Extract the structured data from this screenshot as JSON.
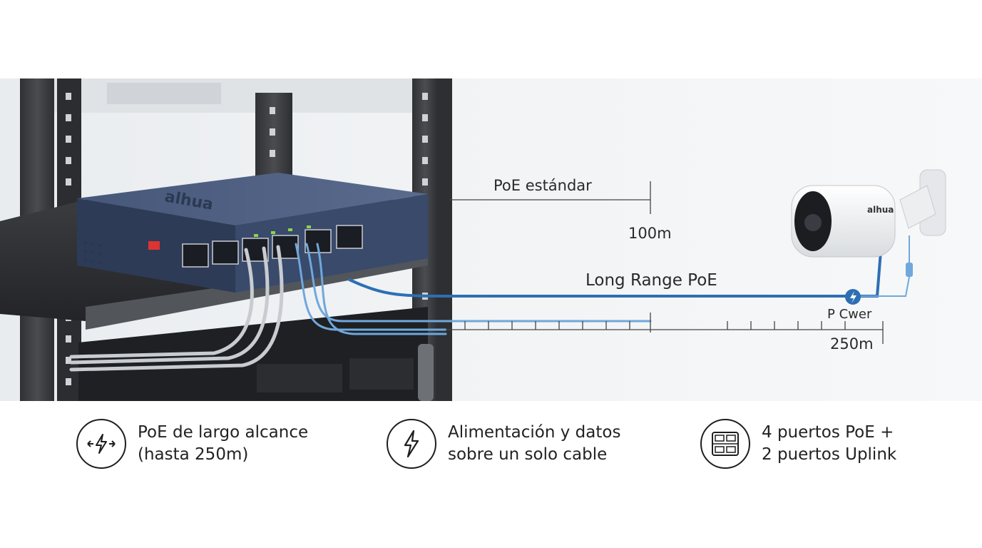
{
  "diagram": {
    "standard_label": "PoE estándar",
    "standard_distance": "100m",
    "long_range_label": "Long Range PoE",
    "long_range_distance": "250m",
    "power_label": "P Cwer",
    "switch_brand": "alhua",
    "camera_brand": "alhua"
  },
  "features": [
    {
      "icon": "bolt-range-icon",
      "line1": "PoE de largo alcance",
      "line2": "(hasta 250m)"
    },
    {
      "icon": "bolt-icon",
      "line1": "Alimentación y datos",
      "line2": "sobre un solo cable"
    },
    {
      "icon": "ethernet-ports-icon",
      "line1": "4 puertos PoE +",
      "line2": "2 puertos Uplink"
    }
  ],
  "colors": {
    "cable_blue": "#2d6fb3",
    "cable_light_blue": "#6fa8dc",
    "switch_body": "#3e4f6e",
    "rack": "#3b3d40"
  }
}
